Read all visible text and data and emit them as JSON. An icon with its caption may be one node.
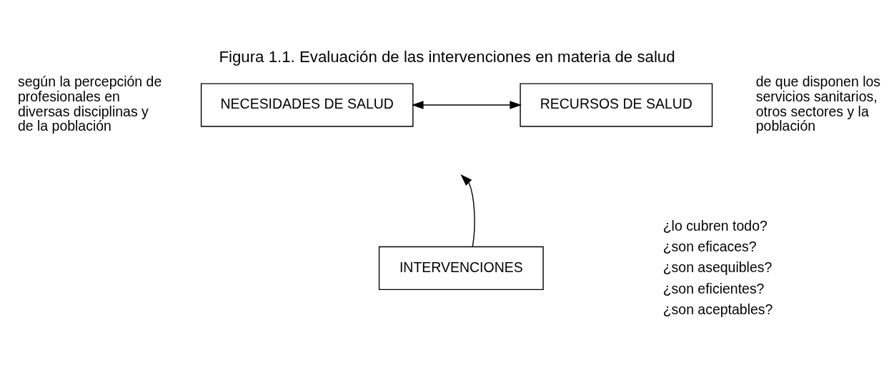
{
  "diagram": {
    "title": "Figura 1.1. Evaluación de las intervenciones en materia de salud",
    "nodes": [
      {
        "text": [
          "NECESIDADES DE SALUD"
        ],
        "beside": [
          "según la percepción de profesionales en diversas disciplinas y de la población"
        ]
      },
      {
        "text": [
          "RECURSOS DE SALUD"
        ],
        "beside": [
          "de que disponen los servicios sanitarios, otros sectores y la población"
        ]
      },
      {
        "text": [
          "INTERVENCIONES"
        ]
      }
    ],
    "edges": [
      {
        "from": 0,
        "to": 1,
        "arrow": "both"
      },
      {
        "from": 2,
        "to": null,
        "arrow": "to"
      }
    ],
    "labels": [
      "¿lo cubren todo?",
      "¿son eficaces?",
      "¿son asequibles?",
      "¿son eficientes?",
      "¿son aceptables?"
    ]
  }
}
